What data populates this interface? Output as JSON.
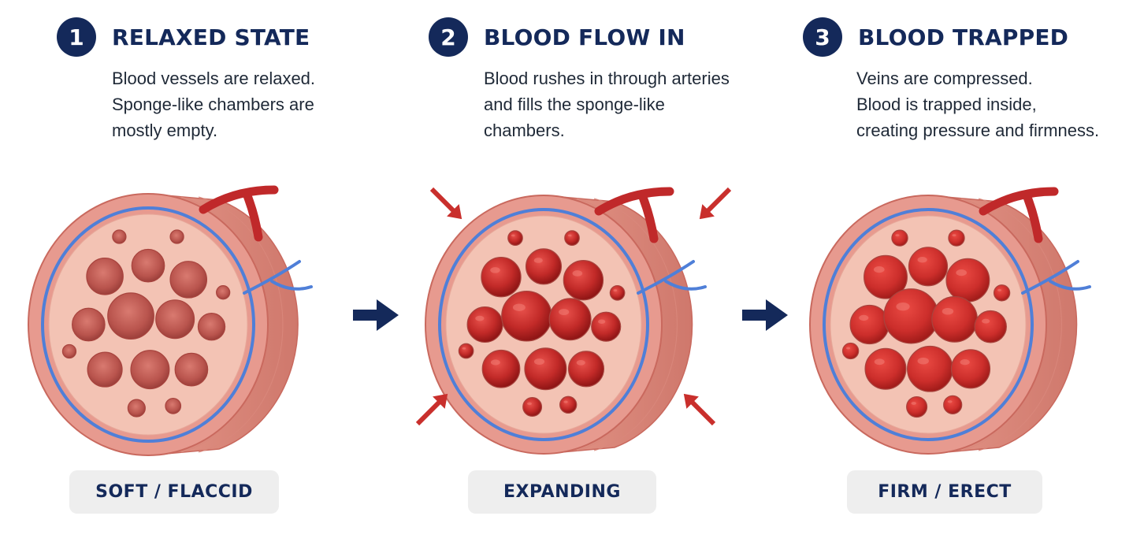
{
  "colors": {
    "navy": "#14295a",
    "tissue": "#e79a8f",
    "tissue_light": "#f3c3b4",
    "tissue_dark": "#c9695e",
    "blood": "#c92f2c",
    "blood_dark": "#8f1515",
    "vein": "#4f7fd8",
    "artery": "#c0292a",
    "pill_bg": "#eeeeee"
  },
  "steps": [
    {
      "number": "1",
      "title": "RELAXED STATE",
      "description": [
        "Blood vessels are relaxed.",
        "Sponge-like chambers are",
        "mostly empty."
      ],
      "label": "SOFT / FLACCID",
      "fill_state": "empty"
    },
    {
      "number": "2",
      "title": "BLOOD FLOW IN",
      "description": [
        "Blood rushes in through arteries",
        "and fills the sponge-like",
        "chambers."
      ],
      "label": "EXPANDING",
      "fill_state": "filling"
    },
    {
      "number": "3",
      "title": "BLOOD TRAPPED",
      "description": [
        "Veins are compressed.",
        "Blood is trapped inside,",
        "creating pressure and firmness."
      ],
      "label": "FIRM / ERECT",
      "fill_state": "full"
    }
  ],
  "icons": {
    "step_arrow": "arrow-right-icon",
    "pressure_arrow": "inward-arrow-icon"
  }
}
